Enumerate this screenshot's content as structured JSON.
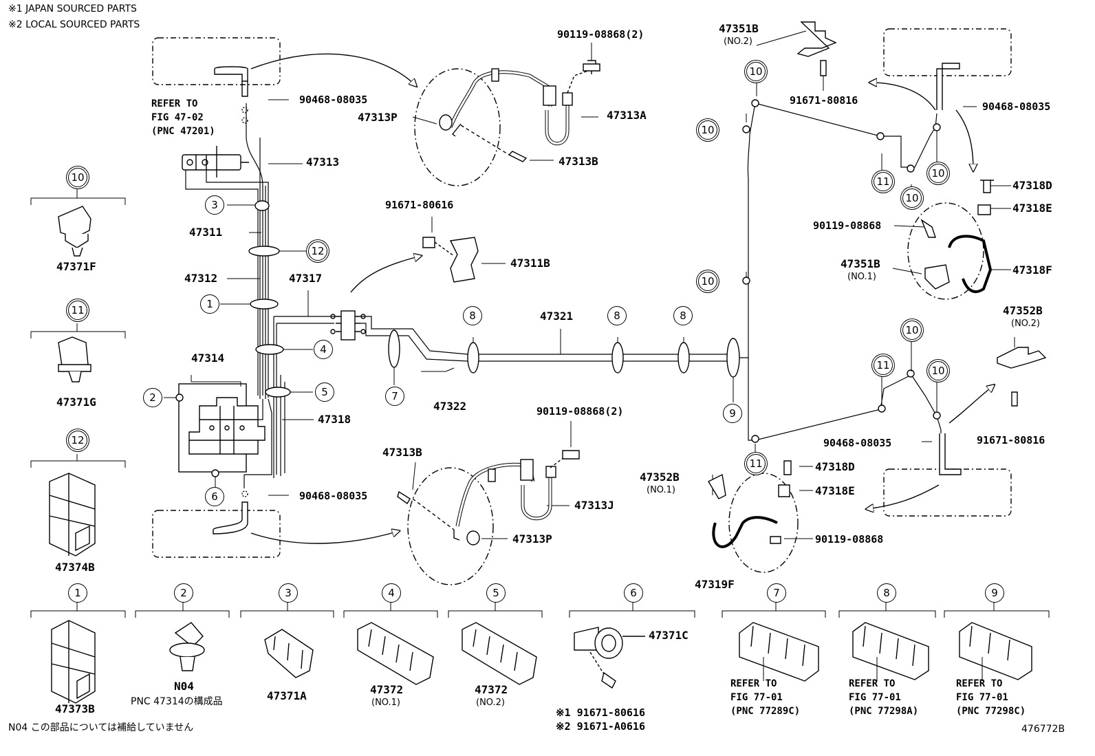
{
  "notes": {
    "japan": "※1 JAPAN SOURCED PARTS",
    "local": "※2 LOCAL SOURCED PARTS"
  },
  "refer_fig_47_02": [
    "REFER TO",
    "FIG 47-02",
    "(PNC 47201)"
  ],
  "parts": {
    "p90468_top": "90468-08035",
    "p90119_2_top": "90119-08868(2)",
    "p47313A": "47313A",
    "p47313P_top": "47313P",
    "p47313B_top": "47313B",
    "p47313": "47313",
    "p91671_80616": "91671-80616",
    "p47311B": "47311B",
    "p47311": "47311",
    "p47312": "47312",
    "p47317": "47317",
    "p47321": "47321",
    "p47314": "47314",
    "p47322": "47322",
    "p47318": "47318",
    "p90119_2_bottom": "90119-08868(2)",
    "p47313B_bottom": "47313B",
    "p90468_bottom": "90468-08035",
    "p47313J": "47313J",
    "p47313P_bottom": "47313P",
    "p47351B_no2": "47351B",
    "no2_a": "(NO.2)",
    "p91671_80816_top": "91671-80816",
    "p90468_right_top": "90468-08035",
    "p47318D_top": "47318D",
    "p47318E_top": "47318E",
    "p90119_right": "90119-08868",
    "p47351B_no1": "47351B",
    "no1_a": "(NO.1)",
    "p47318F": "47318F",
    "p47352B_no2": "47352B",
    "no2_b": "(NO.2)",
    "p90468_right_bottom": "90468-08035",
    "p91671_80816_bottom": "91671-80816",
    "p47352B_no1": "47352B",
    "no1_b": "(NO.1)",
    "p47318D_bottom": "47318D",
    "p47318E_bottom": "47318E",
    "p90119_bottom_right": "90119-08868",
    "p47319F": "47319F"
  },
  "callouts": {
    "c1": "1",
    "c2": "2",
    "c3": "3",
    "c4": "4",
    "c5": "5",
    "c6": "6",
    "c7": "7",
    "c8": "8",
    "c9": "9",
    "c10": "10",
    "c11": "11",
    "c12": "12"
  },
  "left_legend": [
    {
      "num": "10",
      "part": "47371F"
    },
    {
      "num": "11",
      "part": "47371G"
    },
    {
      "num": "12",
      "part": "47374B"
    }
  ],
  "bottom_legend": [
    {
      "num": "1",
      "part": "47373B"
    },
    {
      "num": "2",
      "part": "N04",
      "sub": "PNC 47314の構成品"
    },
    {
      "num": "3",
      "part": "47371A"
    },
    {
      "num": "4",
      "part": "47372",
      "sub": "(NO.1)"
    },
    {
      "num": "5",
      "part": "47372",
      "sub": "(NO.2)"
    },
    {
      "num": "6",
      "part": "47371C",
      "sub1": "※1 91671-80616",
      "sub2": "※2 91671-A0616"
    },
    {
      "num": "7",
      "ref": [
        "REFER TO",
        "FIG 77-01",
        "(PNC 77289C)"
      ]
    },
    {
      "num": "8",
      "ref": [
        "REFER TO",
        "FIG 77-01",
        "(PNC 77298A)"
      ]
    },
    {
      "num": "9",
      "ref": [
        "REFER TO",
        "FIG 77-01",
        "(PNC 77298C)"
      ]
    }
  ],
  "footnote": "N04 この部品については補給していません",
  "figure_id": "476772B"
}
